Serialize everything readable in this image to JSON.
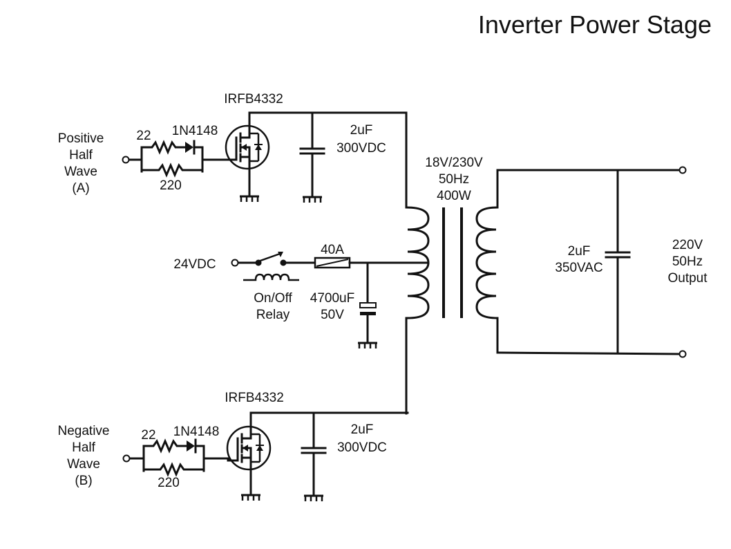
{
  "title": "Inverter Power Stage",
  "colors": {
    "ink": "#111111",
    "background": "#ffffff"
  },
  "positive_stage": {
    "input_label": [
      "Positive",
      "Half",
      "Wave",
      "(A)"
    ],
    "series_resistor": "22",
    "diode": "1N4148",
    "parallel_resistor": "220",
    "mosfet": "IRFB4332",
    "snubber_cap": [
      "2uF",
      "300VDC"
    ]
  },
  "negative_stage": {
    "input_label": [
      "Negative",
      "Half",
      "Wave",
      "(B)"
    ],
    "series_resistor": "22",
    "diode": "1N4148",
    "parallel_resistor": "220",
    "mosfet": "IRFB4332",
    "snubber_cap": [
      "2uF",
      "300VDC"
    ]
  },
  "supply": {
    "input_label": "24VDC",
    "relay_label": [
      "On/Off",
      "Relay"
    ],
    "fuse": "40A",
    "bulk_cap": [
      "4700uF",
      "50V"
    ]
  },
  "transformer": [
    "18V/230V",
    "50Hz",
    "400W"
  ],
  "output": {
    "cap": [
      "2uF",
      "350VAC"
    ],
    "label": [
      "220V",
      "50Hz",
      "Output"
    ]
  }
}
